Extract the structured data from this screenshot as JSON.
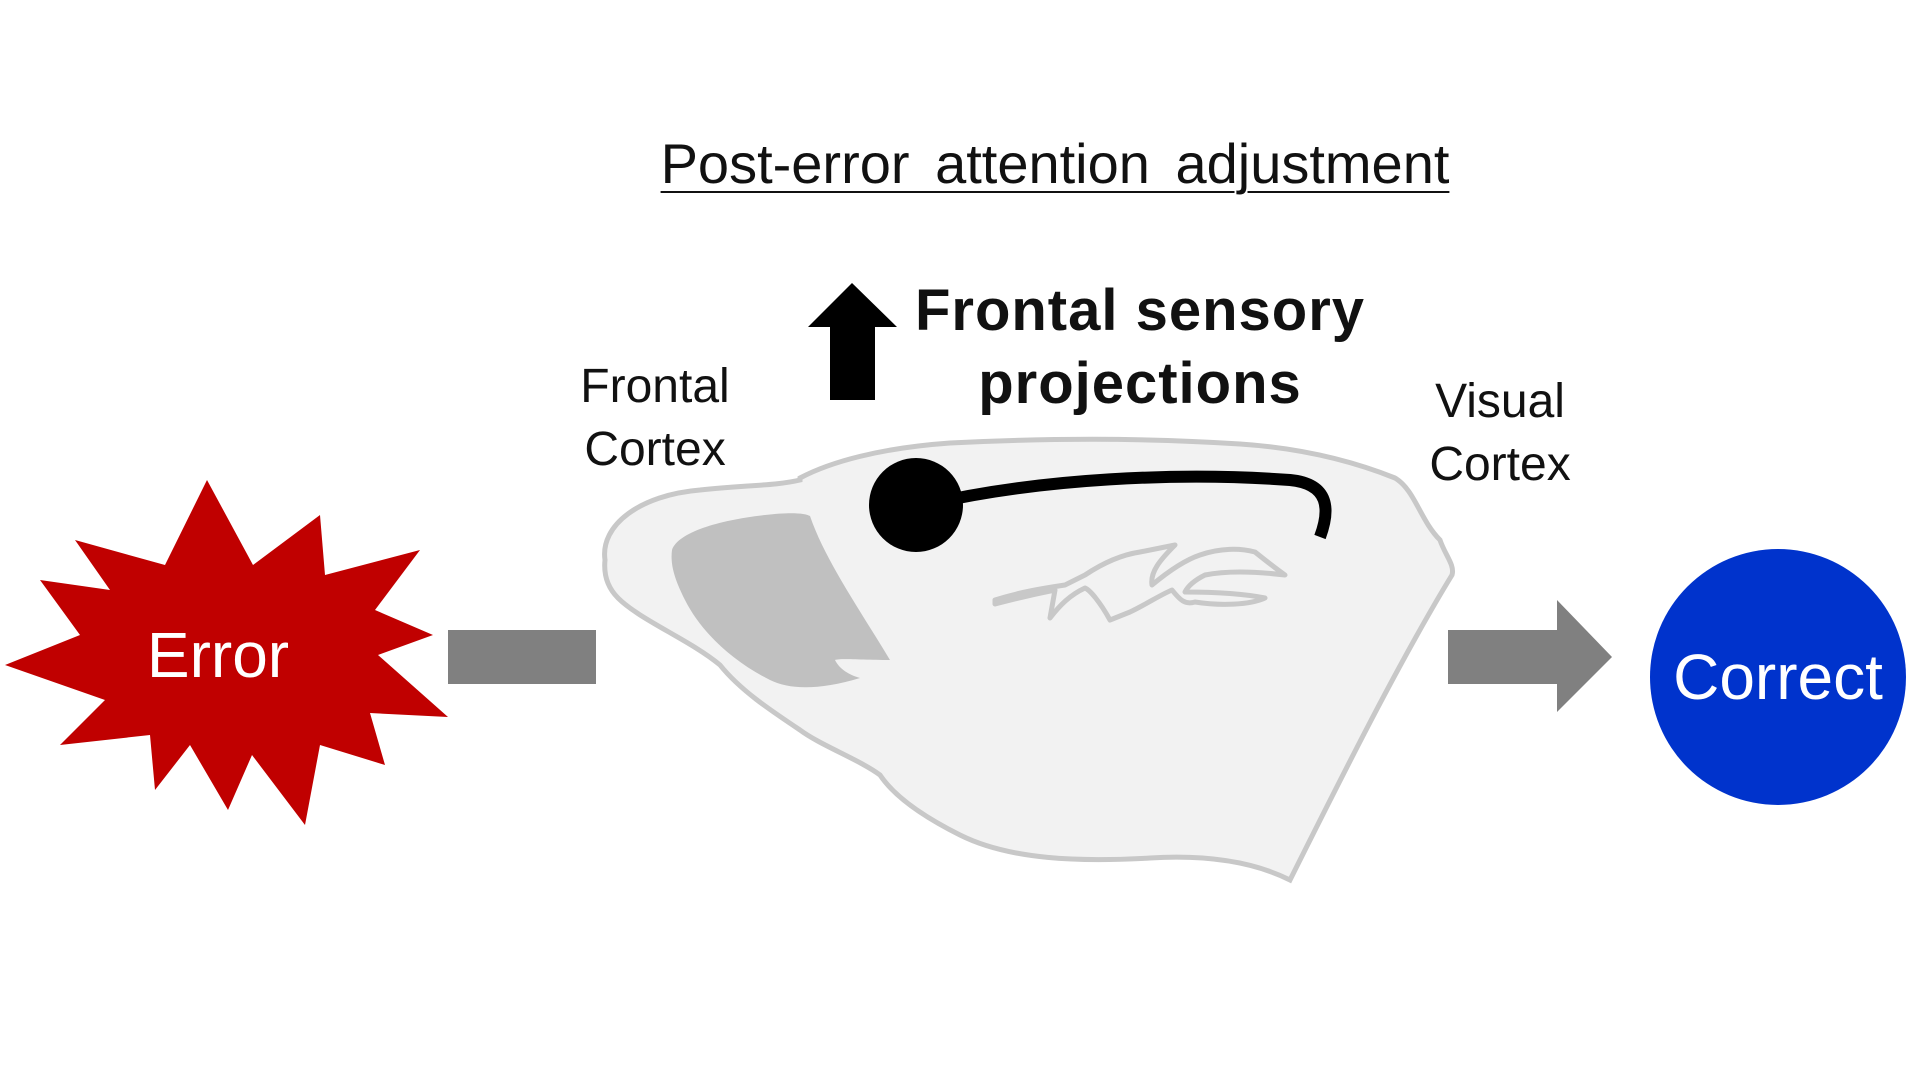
{
  "title": "Post-error attention adjustment",
  "projections": {
    "line1": "Frontal sensory",
    "line2": "projections",
    "direction_icon": "up-arrow-icon"
  },
  "regions": {
    "frontal": {
      "line1": "Frontal",
      "line2": "Cortex"
    },
    "visual": {
      "line1": "Visual",
      "line2": "Cortex"
    }
  },
  "nodes": {
    "error": {
      "label": "Error",
      "color": "#c00000"
    },
    "correct": {
      "label": "Correct",
      "color": "#0033cc"
    }
  },
  "colors": {
    "flow_arrow": "#808080",
    "brain_fill": "#f2f2f2",
    "brain_outline": "#c8c8c8",
    "frontal_region": "#c0c0c0",
    "projection": "#000000"
  }
}
